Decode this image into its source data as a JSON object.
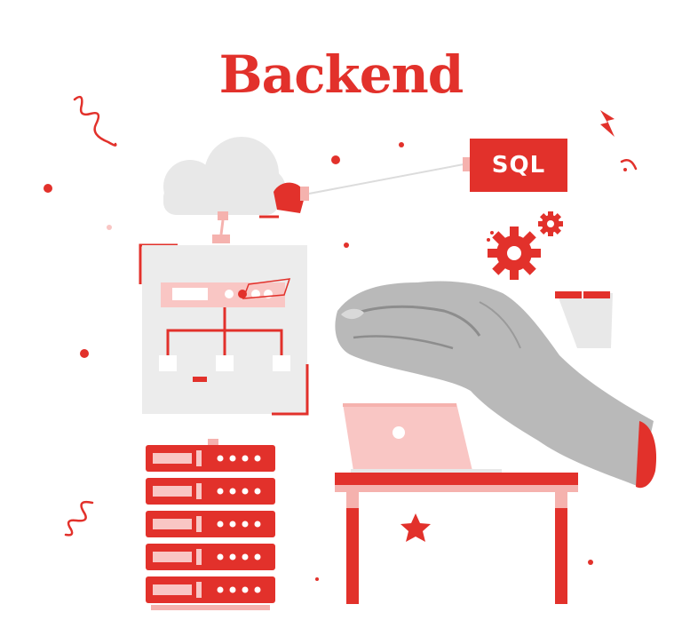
{
  "title": "Backend",
  "sql_label": "SQL",
  "colors": {
    "accent": "#e2312b",
    "accent_light": "#f9c6c4",
    "panel_gray": "#ececec",
    "background": "#ffffff"
  },
  "icons": [
    "cloud-icon",
    "gear-icon",
    "server-rack-icon",
    "laptop-icon",
    "star-icon",
    "lightning-icon",
    "hand-illustration"
  ]
}
